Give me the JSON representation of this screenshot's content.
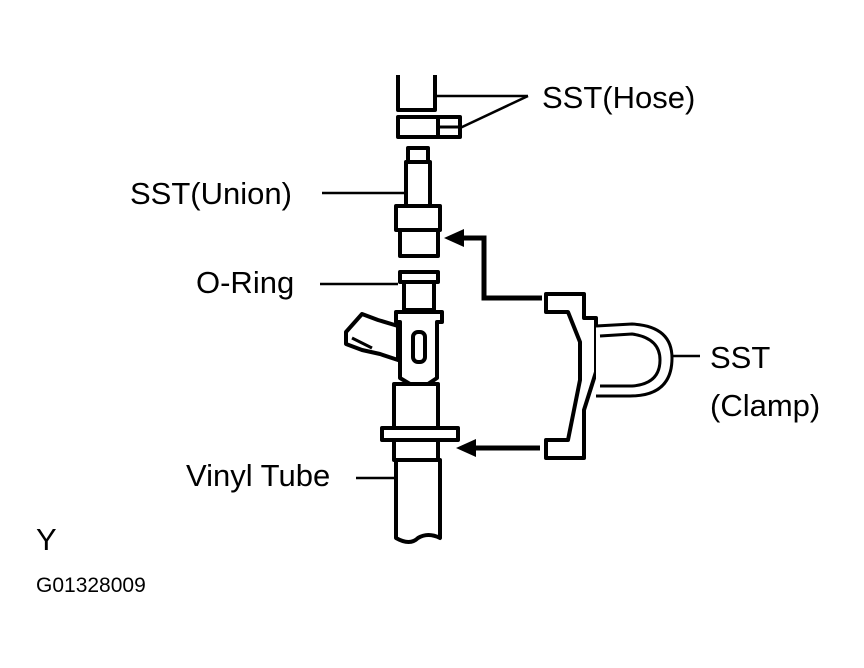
{
  "labels": {
    "sst_hose": "SST(Hose)",
    "sst_union": "SST(Union)",
    "o_ring": "O-Ring",
    "sst_clamp_line1": "SST",
    "sst_clamp_line2": "(Clamp)",
    "vinyl_tube": "Vinyl Tube"
  },
  "corner_letter": "Y",
  "figure_code": "G01328009"
}
